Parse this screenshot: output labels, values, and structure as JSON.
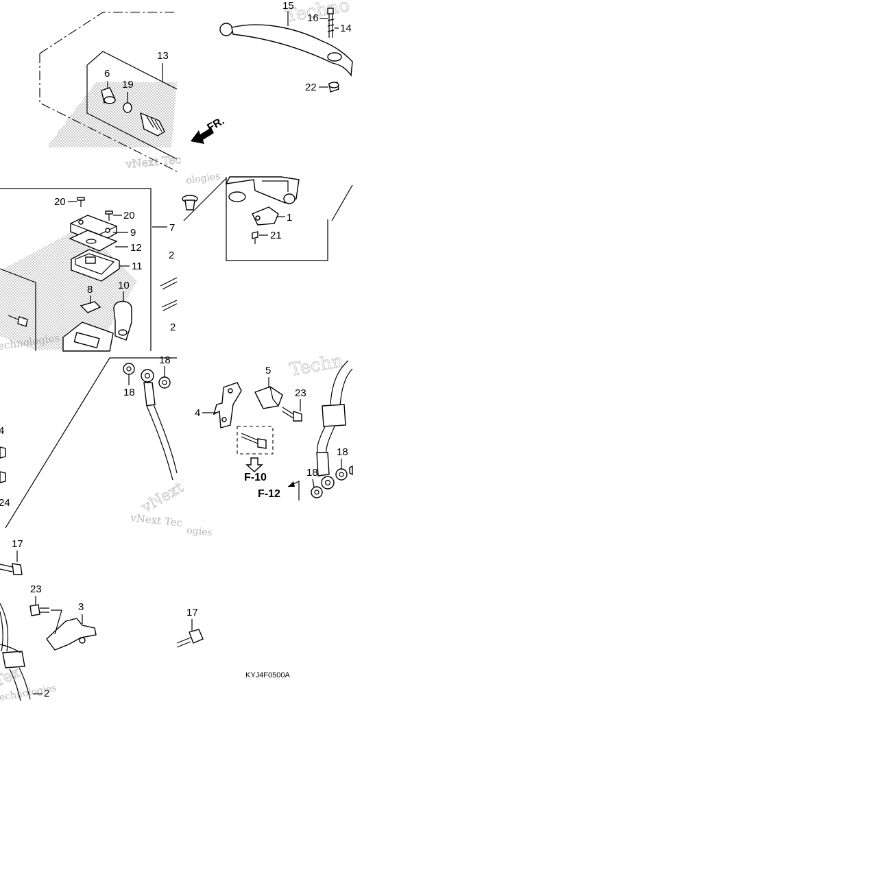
{
  "diagram": {
    "figure_code": "KYJ4F0500A",
    "fr_label": "FR.",
    "refs": [
      "F-10",
      "F-12"
    ],
    "callouts": {
      "c1": "1",
      "c2": "2",
      "c3": "3",
      "c4": "4",
      "c4b": "4",
      "c5": "5",
      "c6": "6",
      "c7": "7",
      "c8": "8",
      "c9": "9",
      "c10": "10",
      "c11": "11",
      "c12": "12",
      "c13": "13",
      "c14": "14",
      "c15": "15",
      "c16": "16",
      "c17a": "17",
      "c17b": "17",
      "c18a": "18",
      "c18b": "18",
      "c18c": "18",
      "c18d": "18",
      "c19": "19",
      "c20a": "20",
      "c20b": "20",
      "c21": "21",
      "c22": "22",
      "c23a": "23",
      "c23b": "23",
      "c24a": "24",
      "c24b": "2",
      "c24c": "2"
    },
    "watermarks": [
      "Techno",
      "vNext Tec",
      "ologies",
      "echnologies",
      "Techn",
      "vNext",
      "vNext Tec",
      "ogies",
      "Tex",
      "echnologies"
    ]
  }
}
